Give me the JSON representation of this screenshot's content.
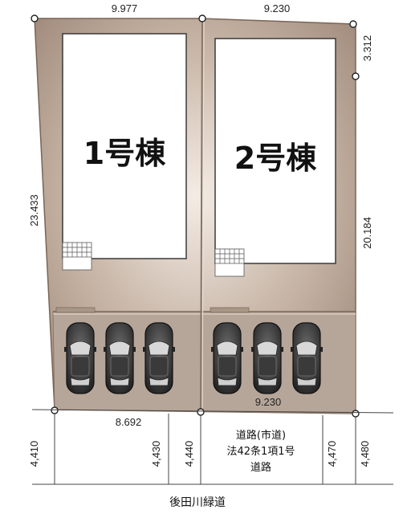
{
  "plot_dimensions": {
    "top_left": "9.977",
    "top_right": "9.230",
    "right_upper": "3.312",
    "left_side": "23.433",
    "right_lower": "20.184",
    "bottom_right": "9.230",
    "bottom_left": "8.692"
  },
  "buildings": {
    "unit1": "1号棟",
    "unit2": "2号棟"
  },
  "road": {
    "line1": "道路(市道)",
    "line2": "法42条1項1号",
    "line3": "道路",
    "widths": [
      "4,410",
      "4,430",
      "4,440",
      "4,470",
      "4,480"
    ]
  },
  "greenway": "後田川緑道",
  "colors": {
    "lot_fill": "#c8b6a8",
    "lot_edge": "#8a7464",
    "parking": "#b7a79a",
    "car": "#2a2a2a"
  },
  "icons": {
    "car": "car-icon",
    "grid": "grid-icon",
    "marker": "boundary-marker-icon"
  }
}
